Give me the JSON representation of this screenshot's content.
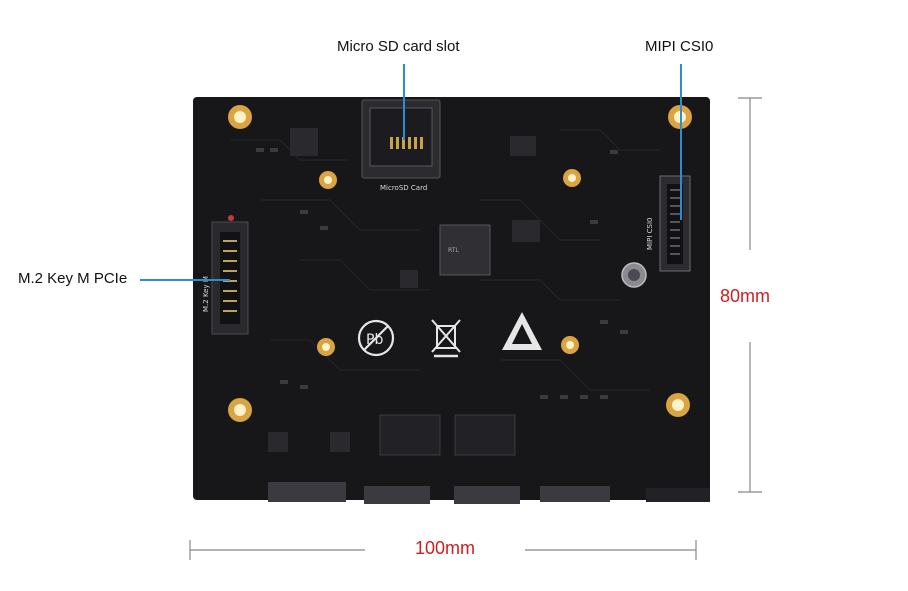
{
  "callouts": {
    "microsd": "Micro SD card slot",
    "mipi": "MIPI CSI0",
    "m2": "M.2 Key M PCIe"
  },
  "dimensions": {
    "height": "80mm",
    "width": "100mm"
  },
  "silkscreen": {
    "microsd": "MicroSD Card",
    "mipi": "MIPI CSI0",
    "m2": "M.2 Key M"
  },
  "colors": {
    "board": "#17171a",
    "gold": "#d9a441",
    "callout_line": "#2a8fd0",
    "dimension_text": "#cc1f1f",
    "dimension_line": "#888888"
  }
}
